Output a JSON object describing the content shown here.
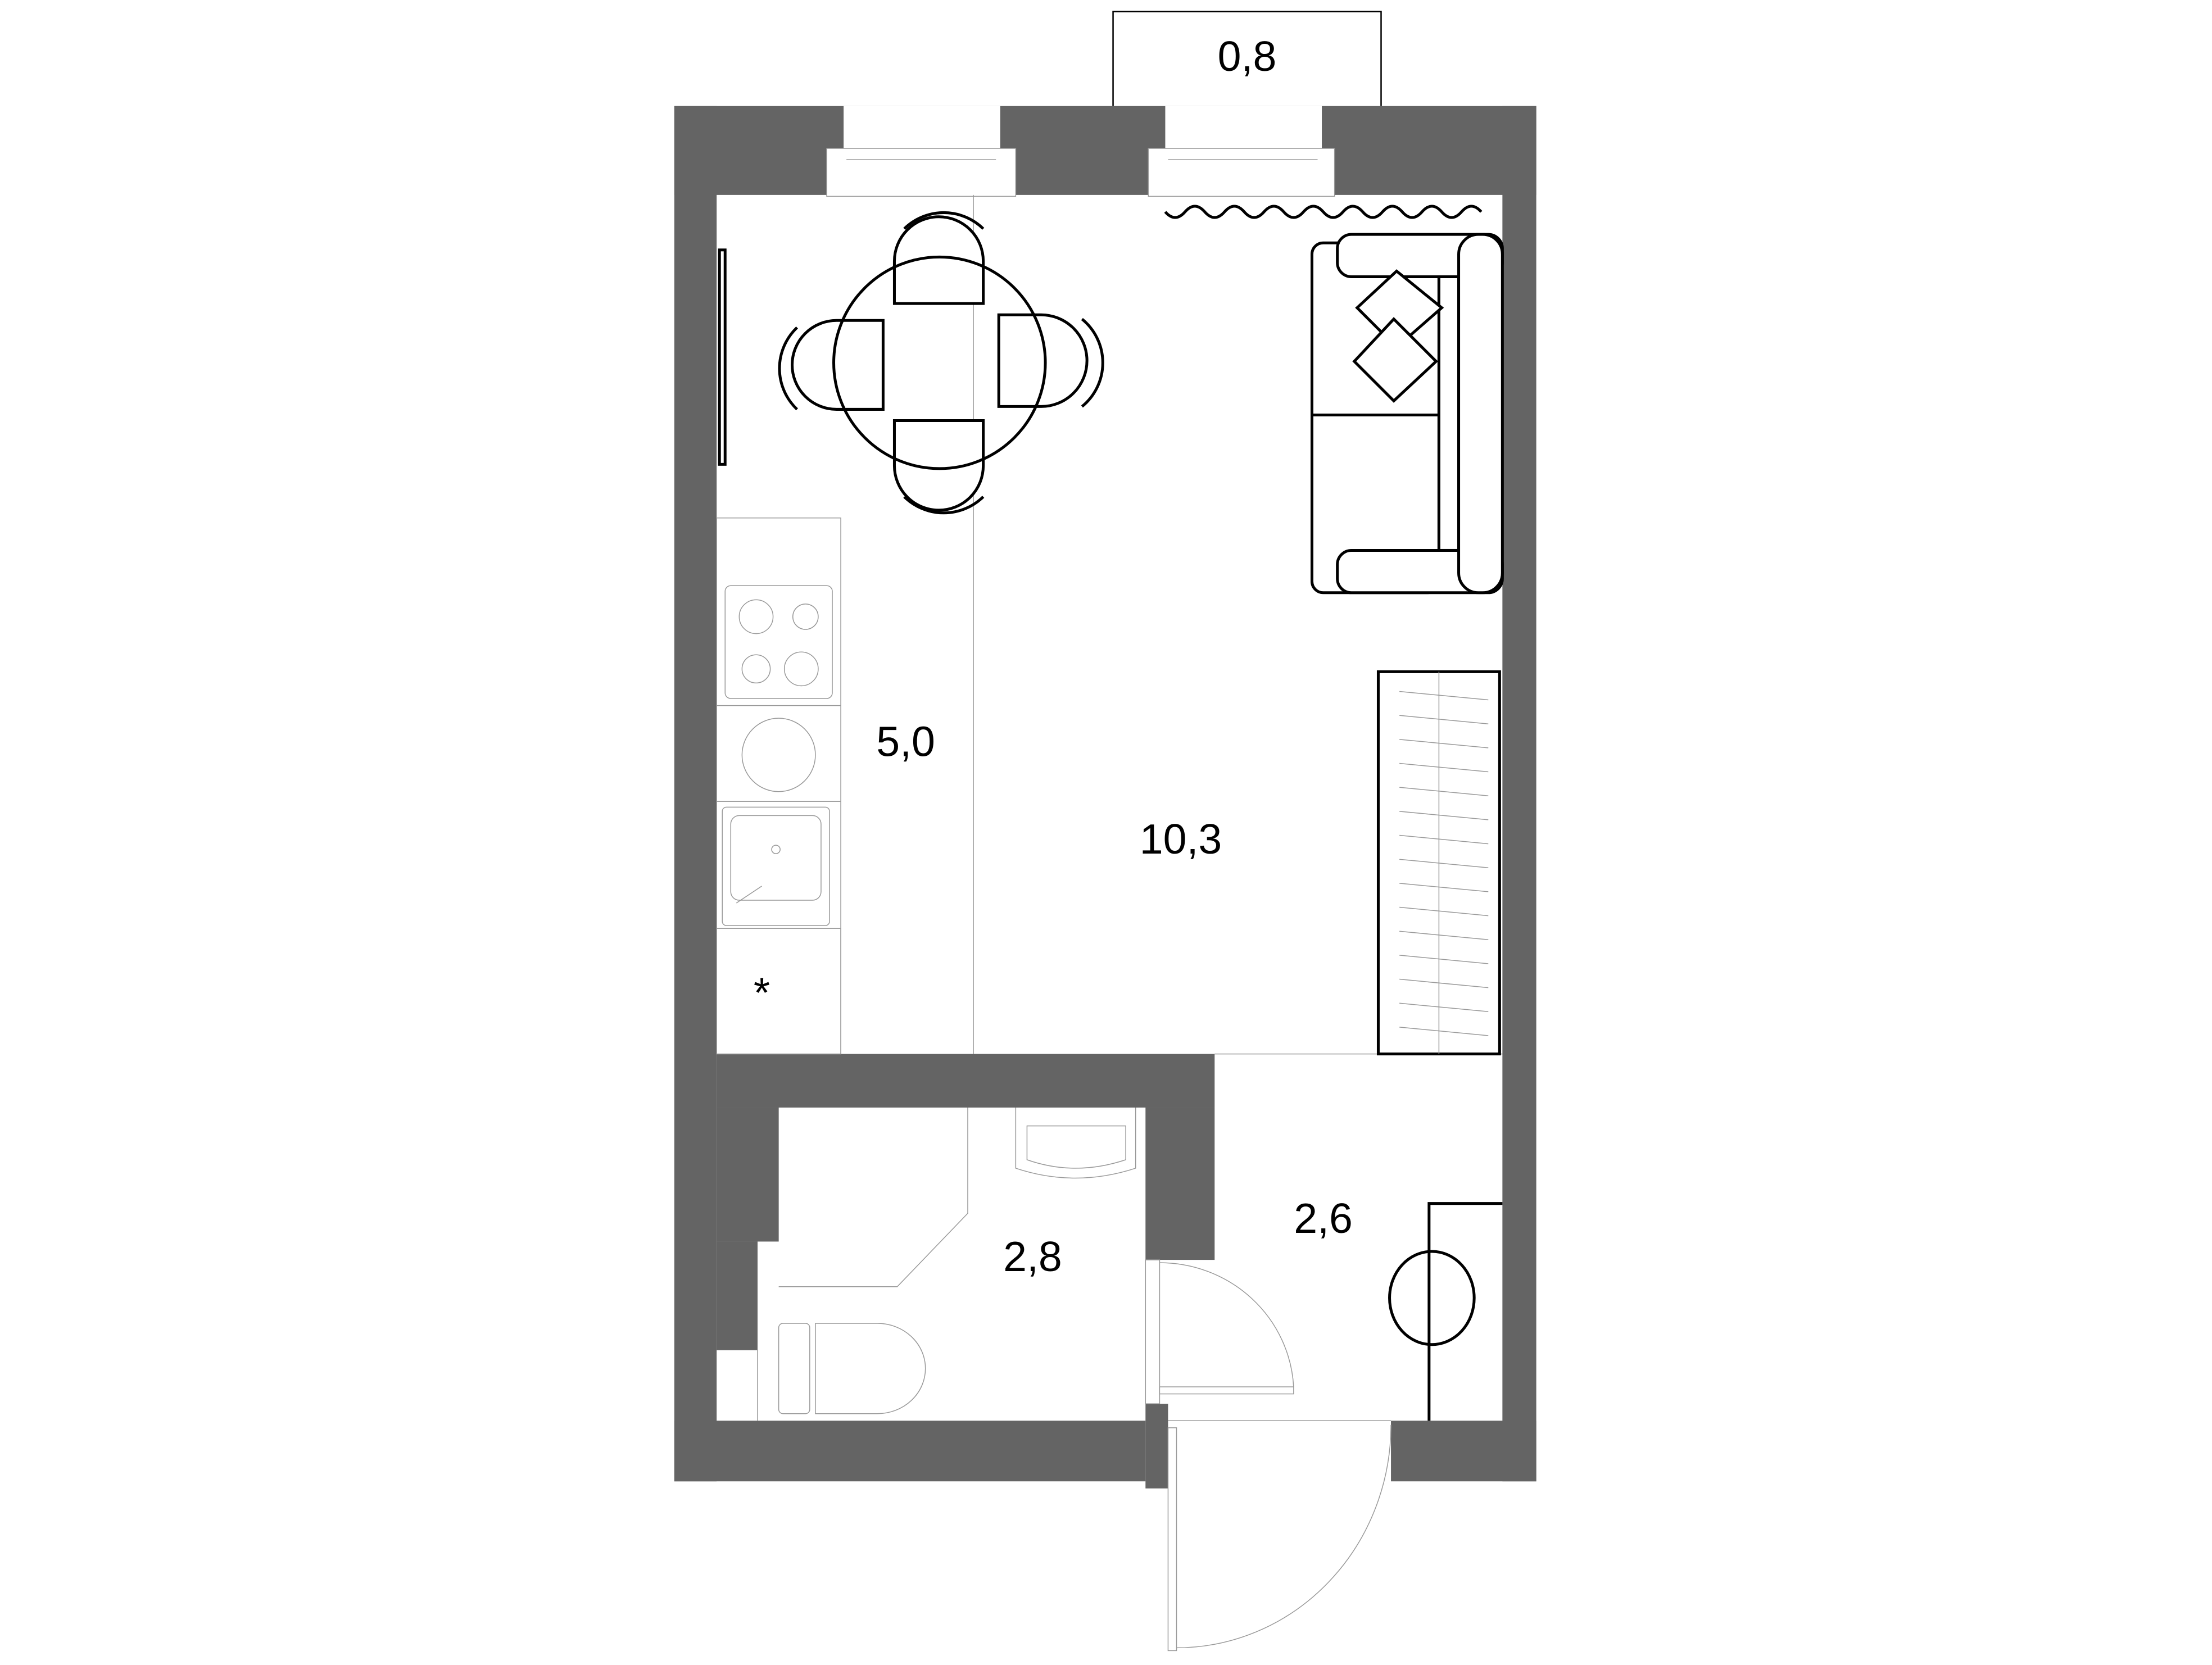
{
  "plan": {
    "rooms": [
      {
        "id": "balcony",
        "area": "0,8"
      },
      {
        "id": "kitchen",
        "area": "5,0"
      },
      {
        "id": "living",
        "area": "10,3"
      },
      {
        "id": "bathroom",
        "area": "2,8"
      },
      {
        "id": "hallway",
        "area": "2,6"
      }
    ],
    "note_mark": "*"
  },
  "colors": {
    "wall": "#646464",
    "line": "#000000",
    "background": "#ffffff"
  }
}
